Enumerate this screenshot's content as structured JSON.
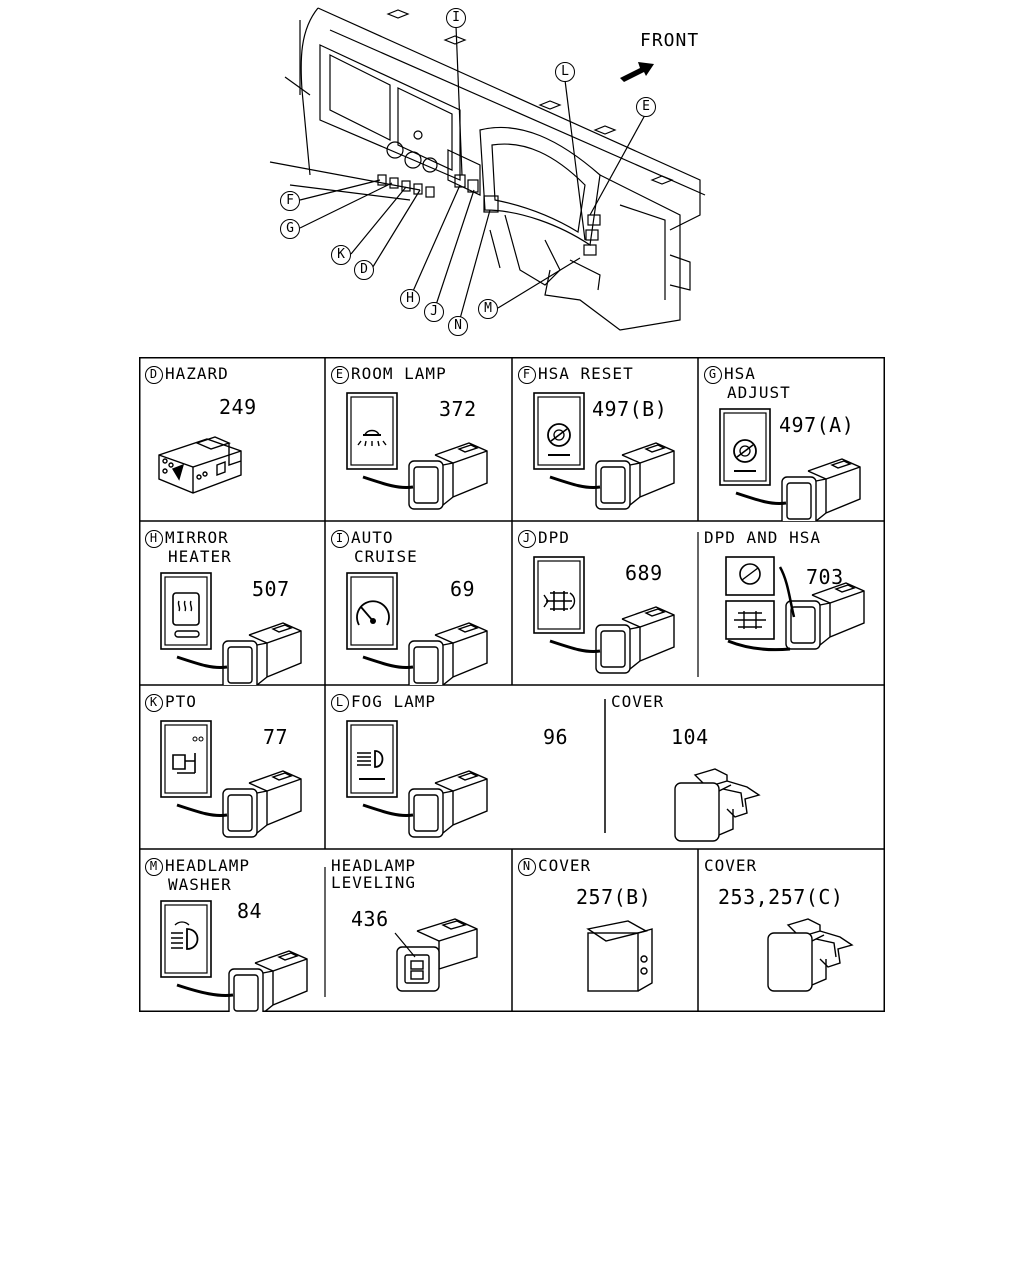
{
  "front_label": "FRONT",
  "callouts": [
    {
      "id": "I",
      "letter": "I"
    },
    {
      "id": "L",
      "letter": "L"
    },
    {
      "id": "E",
      "letter": "E"
    },
    {
      "id": "F",
      "letter": "F"
    },
    {
      "id": "G",
      "letter": "G"
    },
    {
      "id": "K",
      "letter": "K"
    },
    {
      "id": "D",
      "letter": "D"
    },
    {
      "id": "H",
      "letter": "H"
    },
    {
      "id": "J",
      "letter": "J"
    },
    {
      "id": "N",
      "letter": "N"
    },
    {
      "id": "M",
      "letter": "M"
    }
  ],
  "cells": [
    {
      "letter": "D",
      "title": [
        "HAZARD"
      ],
      "part": "249",
      "switch": "hazard",
      "icon": "hazard-icon"
    },
    {
      "letter": "E",
      "title": [
        "ROOM LAMP"
      ],
      "part": "372",
      "switch": "panel",
      "icon": "room-lamp-icon"
    },
    {
      "letter": "F",
      "title": [
        "HSA RESET"
      ],
      "part": "497(B)",
      "switch": "panel",
      "icon": "hsa-icon"
    },
    {
      "letter": "G",
      "title": [
        "HSA",
        "ADJUST"
      ],
      "part": "497(A)",
      "switch": "panel",
      "icon": "hsa-icon"
    },
    {
      "letter": "H",
      "title": [
        "MIRROR",
        "HEATER"
      ],
      "part": "507",
      "switch": "panel",
      "icon": "mirror-heater-icon"
    },
    {
      "letter": "I",
      "title": [
        "AUTO",
        "CRUISE"
      ],
      "part": "69",
      "switch": "panel",
      "icon": "cruise-icon"
    },
    {
      "letter": "J",
      "title": [
        "DPD"
      ],
      "part": "689",
      "switch": "panel",
      "icon": "dpd-icon"
    },
    {
      "letter": "",
      "title": [
        "DPD AND HSA"
      ],
      "part": "703",
      "switch": "double",
      "icon": "dpd-hsa-icon"
    },
    {
      "letter": "K",
      "title": [
        "PTO"
      ],
      "part": "77",
      "switch": "panel",
      "icon": "pto-icon"
    },
    {
      "letter": "L",
      "title": [
        "FOG LAMP"
      ],
      "part": "96",
      "switch": "panel",
      "icon": "fog-lamp-icon"
    },
    {
      "letter": "",
      "title": [
        "COVER"
      ],
      "part": "104",
      "switch": "cover-clip",
      "icon": ""
    },
    {
      "letter": "M",
      "title": [
        "HEADLAMP",
        "WASHER"
      ],
      "part": "84",
      "switch": "panel-small",
      "icon": "headlamp-washer-icon"
    },
    {
      "letter": "",
      "title": [
        "HEADLAMP",
        "LEVELING"
      ],
      "part": "436",
      "switch": "leveling",
      "icon": ""
    },
    {
      "letter": "N",
      "title": [
        "COVER"
      ],
      "part": "257(B)",
      "switch": "cover-block",
      "icon": ""
    },
    {
      "letter": "",
      "title": [
        "COVER"
      ],
      "part": "253,257(C)",
      "switch": "cover-clip",
      "icon": ""
    }
  ]
}
